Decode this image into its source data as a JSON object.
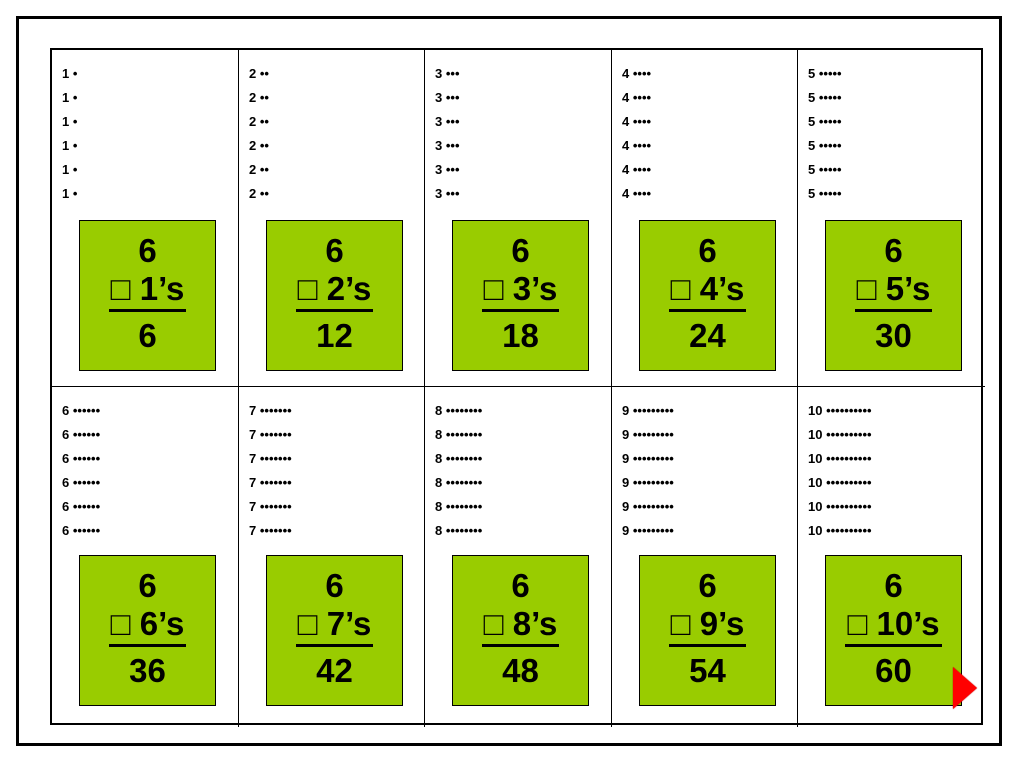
{
  "colors": {
    "card_fill": "#99cc00",
    "border": "#000000",
    "arrow": "#ff0000"
  },
  "icons": {
    "next": "triangle-right-icon"
  },
  "cells": [
    {
      "dot_lines": [
        "1 •",
        "1 •",
        "1 •",
        "1 •",
        "1 •",
        "1 •"
      ],
      "top": "6",
      "multiplier": "□ 1’s",
      "product": "6"
    },
    {
      "dot_lines": [
        "2 ••",
        "2 ••",
        "2 ••",
        "2 ••",
        "2 ••",
        "2 ••"
      ],
      "top": "6",
      "multiplier": "□ 2’s",
      "product": "12"
    },
    {
      "dot_lines": [
        "3 •••",
        "3 •••",
        "3 •••",
        "3 •••",
        "3 •••",
        "3 •••"
      ],
      "top": "6",
      "multiplier": "□ 3’s",
      "product": "18"
    },
    {
      "dot_lines": [
        "4 ••••",
        "4 ••••",
        "4 ••••",
        "4 ••••",
        "4 ••••",
        "4 ••••"
      ],
      "top": "6",
      "multiplier": "□ 4’s",
      "product": "24"
    },
    {
      "dot_lines": [
        "5 •••••",
        "5 •••••",
        "5 •••••",
        "5 •••••",
        "5 •••••",
        "5 •••••"
      ],
      "top": "6",
      "multiplier": "□ 5’s",
      "product": "30"
    },
    {
      "dot_lines": [
        "6 ••••••",
        "6 ••••••",
        "6 ••••••",
        "6 ••••••",
        "6 ••••••",
        "6 ••••••"
      ],
      "top": "6",
      "multiplier": "□ 6’s",
      "product": "36"
    },
    {
      "dot_lines": [
        "7 •••••••",
        "7 •••••••",
        "7 •••••••",
        "7 •••••••",
        "7 •••••••",
        "7 •••••••"
      ],
      "top": "6",
      "multiplier": "□ 7’s",
      "product": "42"
    },
    {
      "dot_lines": [
        "8 ••••••••",
        "8 ••••••••",
        "8 ••••••••",
        "8 ••••••••",
        "8 ••••••••",
        "8 ••••••••"
      ],
      "top": "6",
      "multiplier": "□ 8’s",
      "product": "48"
    },
    {
      "dot_lines": [
        "9 •••••••••",
        "9 •••••••••",
        "9 •••••••••",
        "9 •••••••••",
        "9 •••••••••",
        "9 •••••••••"
      ],
      "top": "6",
      "multiplier": "□ 9’s",
      "product": "54"
    },
    {
      "dot_lines": [
        "10 ••••••••••",
        "10 ••••••••••",
        "10 ••••••••••",
        "10 ••••••••••",
        "10 ••••••••••",
        "10 ••••••••••"
      ],
      "top": "6",
      "multiplier": "□ 10’s",
      "product": "60"
    }
  ]
}
